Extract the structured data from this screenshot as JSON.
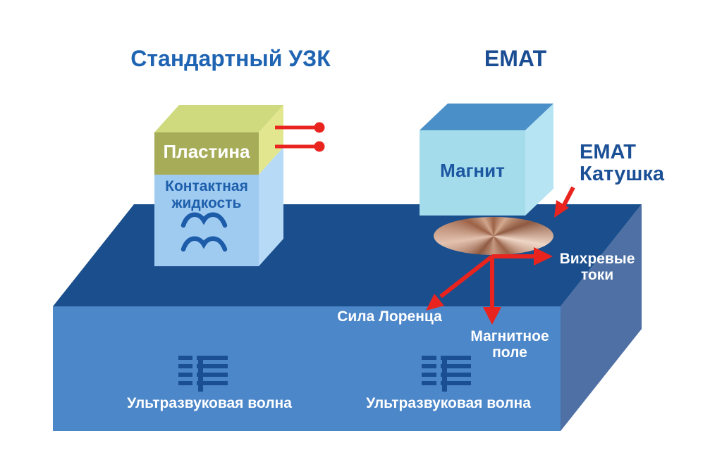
{
  "titles": {
    "left": "Стандартный УЗК",
    "right": "EMAT"
  },
  "transducer_box": {
    "plate_label": "Пластина",
    "couplant_line1": "Контактная",
    "couplant_line2": "жидкость"
  },
  "emat": {
    "magnet_label": "Магнит",
    "coil_label_line1": "EMAT",
    "coil_label_line2": "Катушка"
  },
  "annotations": {
    "eddy_line1": "Вихревые",
    "eddy_line2": "токи",
    "lorentz": "Сила Лоренца",
    "field_line1": "Магнитное",
    "field_line2": "поле",
    "wave_left": "Ультразвуковая волна",
    "wave_right": "Ультразвуковая волна"
  },
  "icons": {
    "couplant": "water-waves-icon",
    "ultrasound_left": "ultrasonic-wave-icon",
    "ultrasound_right": "ultrasonic-wave-icon",
    "pointer": "red-arrow-icon"
  },
  "colors": {
    "accent_red": "#E9241E",
    "slab_top": "#1A4E8C",
    "slab_front": "#4C87C9",
    "slab_side": "#4E70A4",
    "plate_front": "#A7AC58",
    "plate_top": "#CFD97D",
    "plate_side": "#E2E68F",
    "couplant_front": "#A0CBF1",
    "couplant_side": "#B7DBF7",
    "magnet_top": "#4A8FC8",
    "magnet_front": "#A4DCEB",
    "magnet_side": "#B7E4F2",
    "coil_copper": "#B07A60",
    "wave_icon_blue": "#1A4F94",
    "couplant_icon_blue": "#1D5CA9",
    "label_white": "#FFFFFF",
    "title_blue": "#1E64B2",
    "navy": "#1B4D92"
  }
}
